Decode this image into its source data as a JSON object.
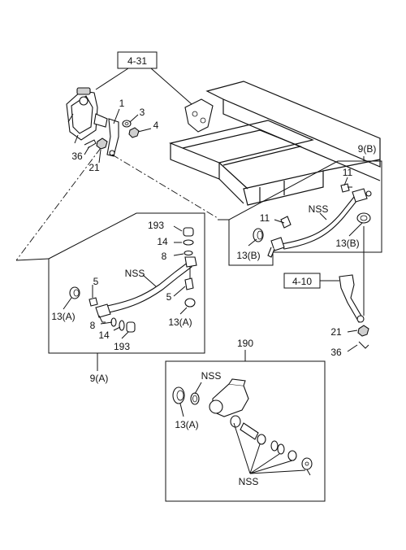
{
  "references": {
    "ref_4_31": "4-31",
    "ref_4_10": "4-10"
  },
  "groups": {
    "group_9b": "9(B)",
    "group_9a": "9(A)",
    "group_190": "190"
  },
  "callouts": {
    "c1": "1",
    "c3": "3",
    "c4": "4",
    "c36_top": "36",
    "c21_top": "21",
    "c11_a": "11",
    "c11_b": "11",
    "nss_9b": "NSS",
    "c13b_left": "13(B)",
    "c13b_right": "13(B)",
    "c193_top": "193",
    "c14_top": "14",
    "c8_top": "8",
    "nss_9a": "NSS",
    "c5_left": "5",
    "c5_right": "5",
    "c13a_left": "13(A)",
    "c13a_right": "13(A)",
    "c8_bottom": "8",
    "c14_bottom": "14",
    "c193_bottom": "193",
    "c21_right": "21",
    "c36_right": "36",
    "nss_190_top": "NSS",
    "c13a_190": "13(A)",
    "nss_190_bottom": "NSS"
  }
}
